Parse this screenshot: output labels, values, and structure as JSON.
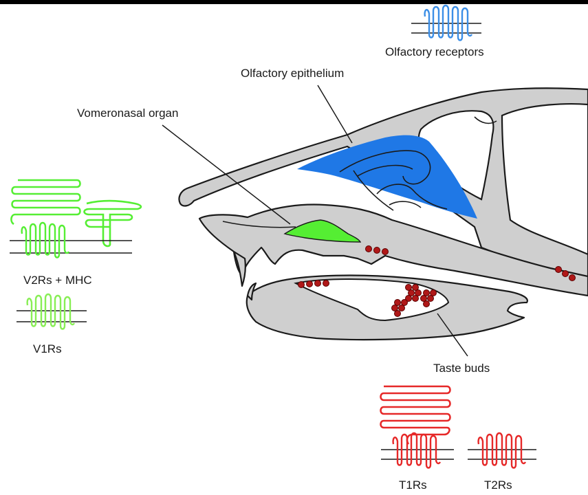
{
  "labels": {
    "olfactory_receptors": "Olfactory receptors",
    "olfactory_epithelium": "Olfactory epithelium",
    "vomeronasal_organ": "Vomeronasal organ",
    "v2rs_mhc": "V2Rs + MHC",
    "v1rs": "V1Rs",
    "taste_buds": "Taste buds",
    "t1rs": "T1Rs",
    "t2rs": "T2Rs"
  },
  "colors": {
    "olfactory": "#3b8ee6",
    "olfactory_fill": "#1f78e6",
    "vomeronasal": "#55ee33",
    "vomeronasal_light": "#88ee55",
    "taste": "#e62828",
    "taste_bud": "#b01818",
    "bone": "#cfcfcf"
  },
  "icons": {
    "receptor": "seven-transmembrane-receptor-icon",
    "bud": "taste-bud-icon"
  }
}
